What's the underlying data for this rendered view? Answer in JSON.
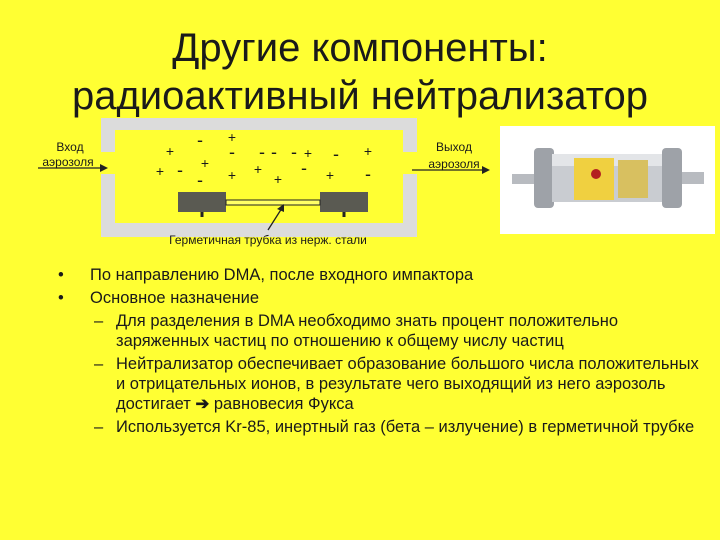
{
  "title": {
    "line1": "Другие компоненты:",
    "line2": "радиоактивный нейтрализатор"
  },
  "diagram": {
    "inlet_line1": "Вход",
    "inlet_line2": "аэрозоля",
    "outlet_line1": "Выход",
    "outlet_line2": "аэрозоля",
    "tube_caption": "Герметичная трубка из нерж. стали",
    "charges": [
      "+",
      "-",
      "+",
      "+",
      "-",
      "-",
      "+",
      "-",
      "+",
      "-",
      "-",
      "-",
      "+",
      "+",
      "+",
      "-",
      "+",
      "-",
      "+",
      "-"
    ]
  },
  "bullets": [
    {
      "text": "По направлению DMA, после входного импактора"
    },
    {
      "text": "Основное назначение",
      "sub": [
        {
          "text": "Для разделения в DMA необходимо знать процент положительно заряженных частиц по отношению к общему числу частиц"
        },
        {
          "text_before": "Нейтрализатор обеспечивает образование большого числа положительных и отрицательных ионов, в результате чего выходящий из него аэрозоль достигает",
          "arrow": "➔",
          "text_after": "равновесия Фукса"
        },
        {
          "text": "Используется Kr-85, инертный газ (бета – излучение) в герметичной трубке"
        }
      ]
    }
  ],
  "marks": {
    "bullet": "•",
    "dash": "–"
  },
  "colors": {
    "background": "#ffff33",
    "frame": "#dcdcdc",
    "electrode": "#5a5a52",
    "text": "#1a1a1a"
  }
}
